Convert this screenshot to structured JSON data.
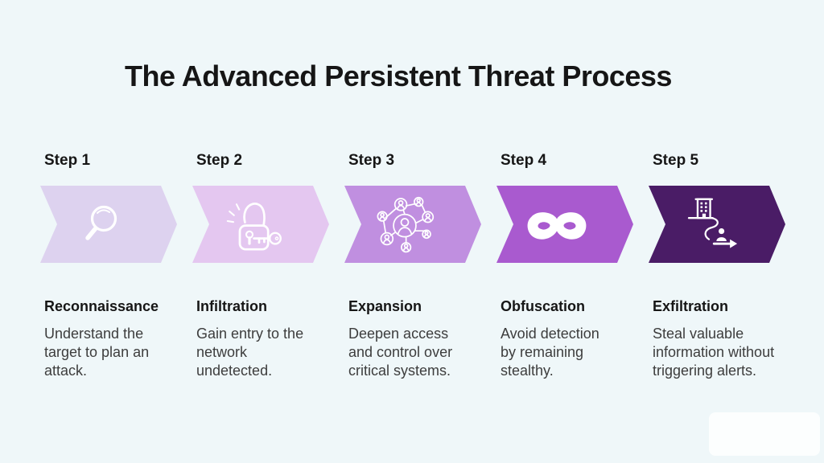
{
  "page": {
    "background": "#eff7f9"
  },
  "title": "The Advanced Persistent Threat Process",
  "steps": [
    {
      "step_label": "Step 1",
      "name": "Reconnaissance",
      "description": "Understand the target to plan an attack.",
      "icon": "magnifier-icon",
      "chevron_color": "#ddd2ef"
    },
    {
      "step_label": "Step 2",
      "name": "Infiltration",
      "description": "Gain entry to the network undetected.",
      "icon": "unlocked-padlock-key-icon",
      "chevron_color": "#e4c7f0"
    },
    {
      "step_label": "Step 3",
      "name": "Expansion",
      "description": "Deepen access and control over critical systems.",
      "icon": "user-network-icon",
      "chevron_color": "#c08fe0"
    },
    {
      "step_label": "Step 4",
      "name": "Obfuscation",
      "description": "Avoid detection by remaining stealthy.",
      "icon": "mask-icon",
      "chevron_color": "#a95acf"
    },
    {
      "step_label": "Step 5",
      "name": "Exfiltration",
      "description": "Steal valuable information without triggering alerts.",
      "icon": "exfiltration-route-icon",
      "chevron_color": "#4a1c66"
    }
  ],
  "colors": {
    "heading_text": "#161616",
    "body_text": "#3d3d3d",
    "icon": "#ffffff"
  }
}
